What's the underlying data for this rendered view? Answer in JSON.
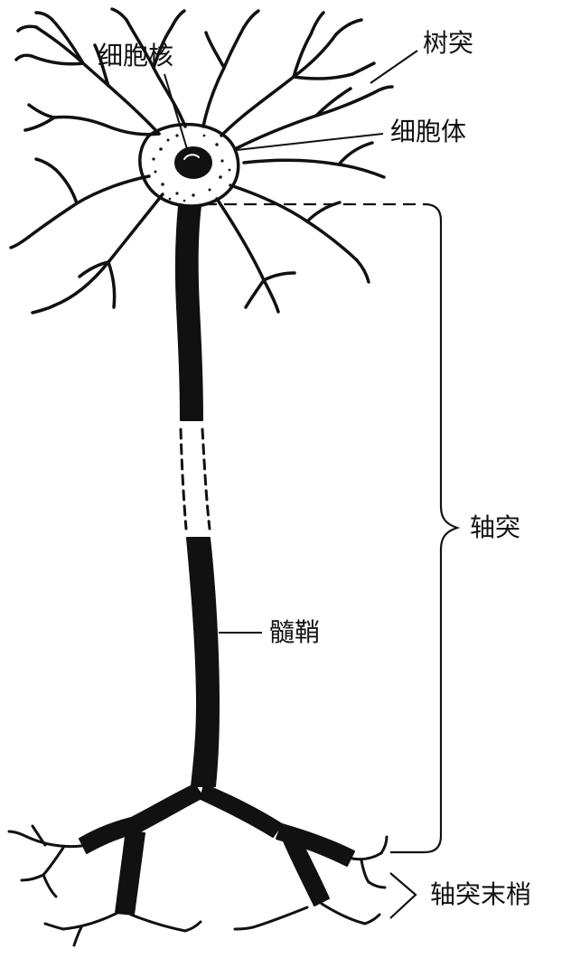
{
  "labels": {
    "nucleus": "细胞核",
    "dendrite": "树突",
    "cell_body": "细胞体",
    "axon": "轴突",
    "myelin_sheath": "髓鞘",
    "axon_terminal": "轴突末梢"
  },
  "colors": {
    "ink": "#111111",
    "background": "#ffffff"
  }
}
